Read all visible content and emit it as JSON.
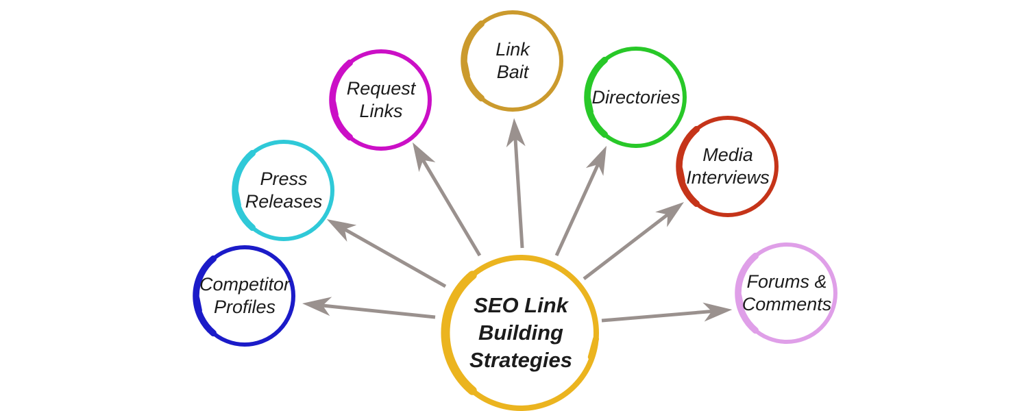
{
  "diagram": {
    "title": "SEO Link Building Strategies",
    "center": {
      "label": "SEO Link Building Strategies",
      "lines": [
        "SEO Link",
        "Building",
        "Strategies"
      ],
      "color": "#EBB41F"
    },
    "nodes": [
      {
        "label": "Competitor Profiles",
        "lines": [
          "Competitor",
          "Profiles"
        ],
        "color": "#1B1BC8"
      },
      {
        "label": "Press Releases",
        "lines": [
          "Press",
          "Releases"
        ],
        "color": "#2FC9D8"
      },
      {
        "label": "Request Links",
        "lines": [
          "Request",
          "Links"
        ],
        "color": "#CB0FC6"
      },
      {
        "label": "Link Bait",
        "lines": [
          "Link",
          "Bait"
        ],
        "color": "#CB9A2D"
      },
      {
        "label": "Directories",
        "lines": [
          "Directories"
        ],
        "color": "#28C828"
      },
      {
        "label": "Media Interviews",
        "lines": [
          "Media",
          "Interviews"
        ],
        "color": "#C53419"
      },
      {
        "label": "Forums & Comments",
        "lines": [
          "Forums &",
          "Comments"
        ],
        "color": "#DF9FE8"
      }
    ],
    "arrows": {
      "color": "#9A918E"
    },
    "text_color": "#1C1C1C",
    "background": "#FFFFFF"
  }
}
